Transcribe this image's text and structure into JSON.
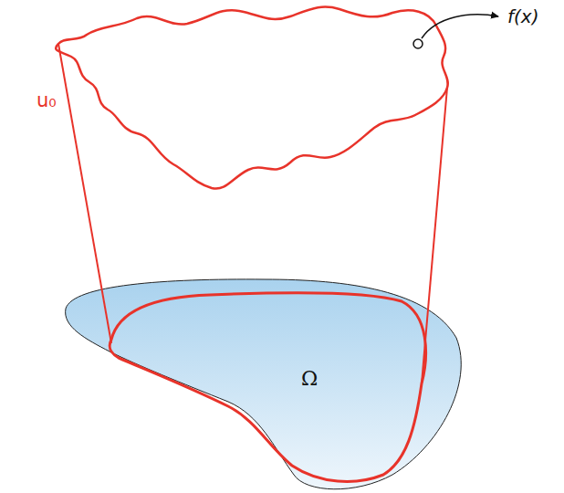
{
  "diagram": {
    "labels": [
      "u₀",
      "Ω",
      "f(x)"
    ]
  }
}
